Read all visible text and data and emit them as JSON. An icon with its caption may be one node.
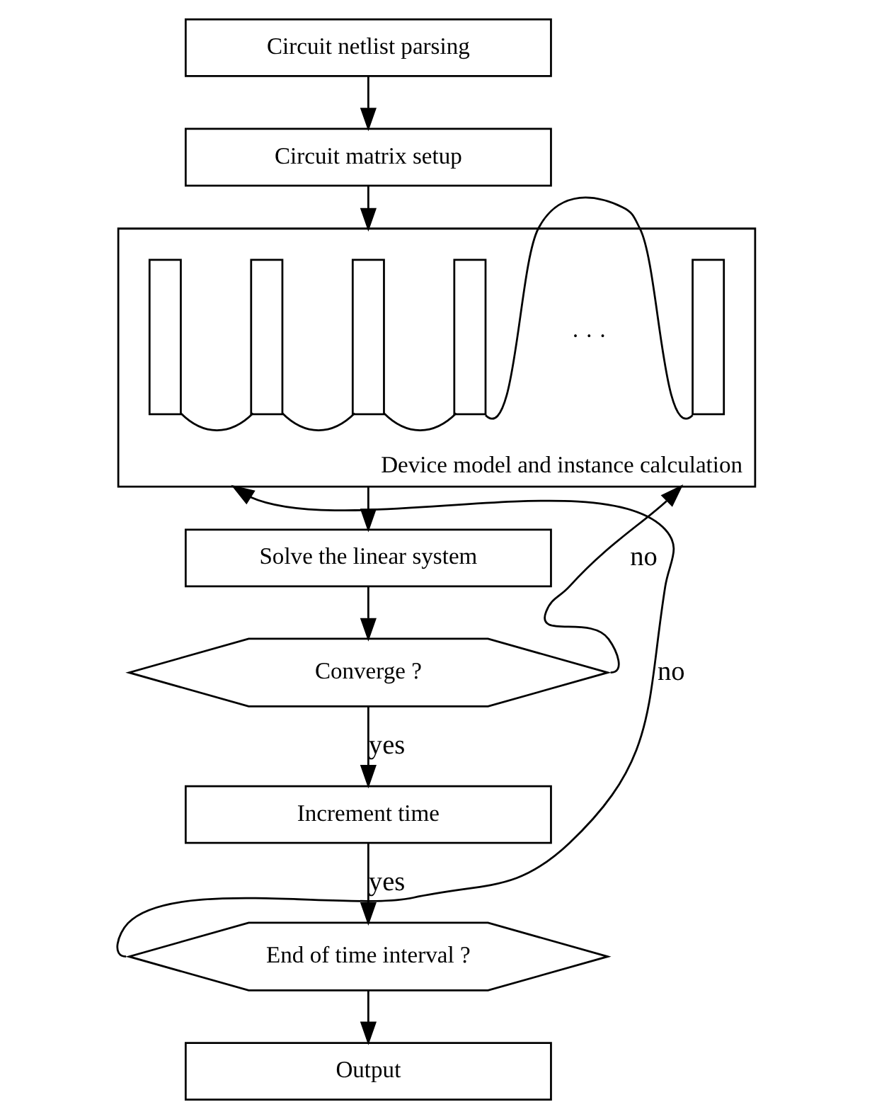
{
  "diagram": {
    "nodes": [
      {
        "text": [
          "Circuit netlist parsing"
        ]
      },
      {
        "text": [
          "Circuit matrix setup"
        ]
      },
      {
        "text": [],
        "shape": "box",
        "beside": [
          "Device model and instance calculation"
        ]
      },
      {
        "text": [],
        "shape": "bar",
        "in": 2
      },
      {
        "text": [],
        "shape": "bar",
        "in": 2
      },
      {
        "text": [],
        "shape": "bar",
        "in": 2
      },
      {
        "text": [],
        "shape": "bar",
        "in": 2
      },
      {
        "text": [],
        "shape": "bar",
        "in": 2
      },
      {
        "text": [
          "Solve the linear system"
        ]
      },
      {
        "text": [
          "Converge ?"
        ]
      },
      {
        "text": [
          "Increment time"
        ]
      },
      {
        "text": [
          "End of time interval ?"
        ]
      },
      {
        "text": [
          "Output"
        ]
      }
    ],
    "edges": [
      {
        "from": 0,
        "to": 1,
        "arrow": "to"
      },
      {
        "from": 1,
        "to": 2,
        "arrow": "to"
      },
      {
        "from": 3,
        "to": 4,
        "arrow": "none"
      },
      {
        "from": 4,
        "to": 5,
        "arrow": "none"
      },
      {
        "from": 5,
        "to": 6,
        "arrow": "none"
      },
      {
        "from": 6,
        "to": 7,
        "arrow": "none"
      },
      {
        "from": 2,
        "to": 8,
        "arrow": "to"
      },
      {
        "from": 8,
        "to": 9,
        "arrow": "to"
      },
      {
        "from": 9,
        "to": 10,
        "arrow": "to",
        "label": "yes"
      },
      {
        "from": 10,
        "to": 11,
        "arrow": "to",
        "label": "yes"
      },
      {
        "from": 11,
        "to": 12,
        "arrow": "to"
      },
      {
        "from": 9,
        "to": 2,
        "arrow": "to",
        "label": "no"
      },
      {
        "from": 11,
        "to": 2,
        "arrow": "to",
        "label": "no"
      }
    ],
    "labels": [
      "· · ·"
    ]
  }
}
